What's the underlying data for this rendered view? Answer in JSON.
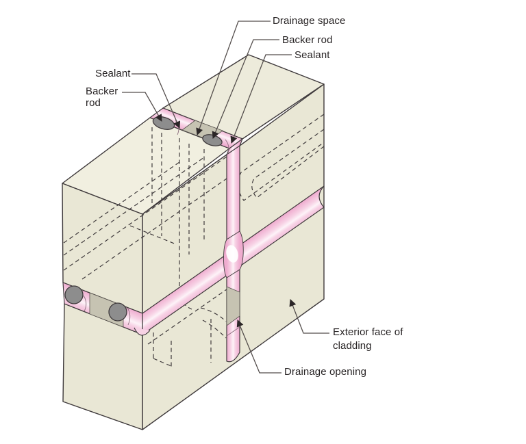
{
  "figure": {
    "description": "Isometric cutaway diagram of a two-stage cladding joint showing sealant beads, backer rods, drainage space and drainage opening",
    "labels": {
      "sealant_left": "Sealant",
      "backer_rod_left": "Backer\nrod",
      "drainage_space": "Drainage space",
      "backer_rod_top": "Backer rod",
      "sealant_top": "Sealant",
      "exterior_face": "Exterior face of\ncladding",
      "drainage_opening": "Drainage opening"
    },
    "colors": {
      "background": "#ffffff",
      "panel_top": "#f1efe0",
      "panel_top_right": "#edebdb",
      "panel_face": "#e9e7d5",
      "outline": "#3e393b",
      "sealant_edge": "#efaccf",
      "sealant_mid": "#f7d2e5",
      "sealant_core": "#fdf3f8",
      "backer_gray": "#8d8d8d",
      "drainage_gray": "#c6c3b2",
      "leader": "#544e4c",
      "text": "#272324"
    }
  }
}
